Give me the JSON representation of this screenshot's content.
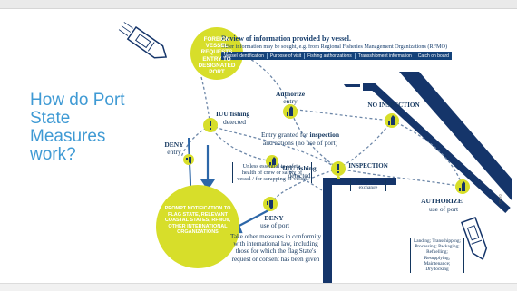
{
  "slide": {
    "title_lines": [
      "How do Port",
      "State",
      "Measures",
      "work?"
    ]
  },
  "review": {
    "title": "Review of information provided by vessel.",
    "subtitle": "Other information may be sought, e.g. from Regional Fisheries Management Organizations (RFMO)",
    "tabs": [
      "Vessel identification",
      "Purpose of visit",
      "Fishing authorizations",
      "Transshipment information",
      "Catch on board"
    ]
  },
  "circles": {
    "request": "FOREIGN VESSEL REQUESTS ENTRY TO DESIGNATED PORT",
    "notify": "PROMPT NOTIFICATION TO FLAG STATE, RELEVANT COASTAL STATES, RFMOs, OTHER INTERNATIONAL ORGANIZATIONS"
  },
  "labels": {
    "authorize_entry_1": "Authorize",
    "authorize_entry_2": "entry",
    "no_inspection": "NO INSPECTION",
    "iuu1_1": "IUU fishing",
    "iuu1_2": "detected",
    "deny_entry_1": "DENY",
    "deny_entry_2": "entry",
    "entry_granted_1": "Entry granted for",
    "entry_granted_bold": "inspection",
    "entry_granted_2": "and actions (no use of port)",
    "unless": "Unless essential to safety, health of crew or safety of vessel / for scrapping of vessel",
    "iuu2_1": "IUU fishing",
    "iuu2_2": "detected",
    "inspection": "INSPECTION",
    "info_exchange": "Information exchange",
    "deny_use_1": "DENY",
    "deny_use_2": "use of port",
    "take_other": "Take other measures in conformity with international law, including those for which the flag State's request or consent has been given",
    "authorize_use_1": "AUTHORIZE",
    "authorize_use_2": "use of port",
    "landing": "Landing; Transshipping; Processing; Packaging; Refuelling; Resupplying; Maintenance; Drydocking",
    "fao": "©FAO"
  },
  "colors": {
    "title_blue": "#3f9ad4",
    "navy": "#163d6c",
    "yellow": "#d7de2a",
    "dashed": "#6d87a8",
    "arrow_blue": "#2d67a8"
  }
}
